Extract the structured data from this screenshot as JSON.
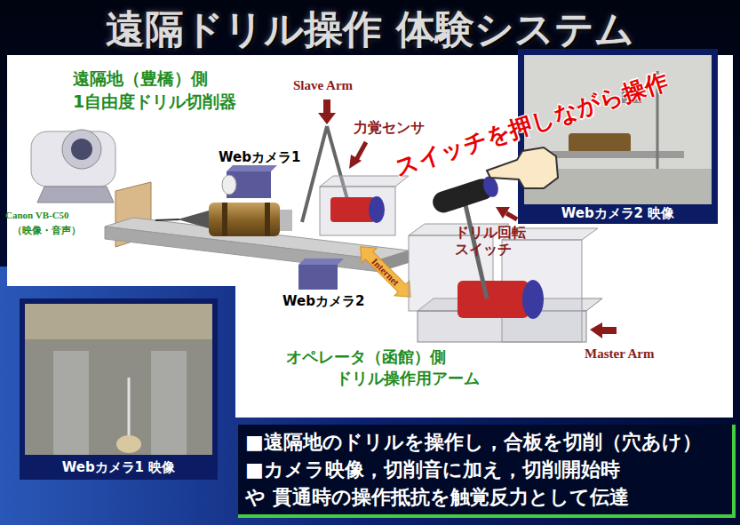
{
  "diagram": {
    "title": "遠隔ドリル操作 体験システム",
    "nodes": [
      {
        "text": [
          "Webカメラ2 映像"
        ]
      },
      {
        "text": [
          "Webカメラ1 映像"
        ]
      },
      {
        "text": [
          "■遠隔地のドリルを操作し，合板を切削（穴あけ）",
          "■カメラ映像，切削音に加え，切削開始時や 貫通時の操作抵抗を触覚反力として伝達"
        ]
      }
    ],
    "labels": [
      "遠隔地（豊橋）側",
      "1自由度ドリル切削器",
      "Canon VB-C50",
      "（映像・音声）",
      "Slave Arm",
      "力覚センサ",
      "スイッチを押しながら操作",
      "Webカメラ1",
      "ドリル回転 スイッチ",
      "Internet",
      "Webカメラ2",
      "オペレータ（函館）側",
      "ドリル操作用アーム",
      "Master Arm"
    ]
  }
}
